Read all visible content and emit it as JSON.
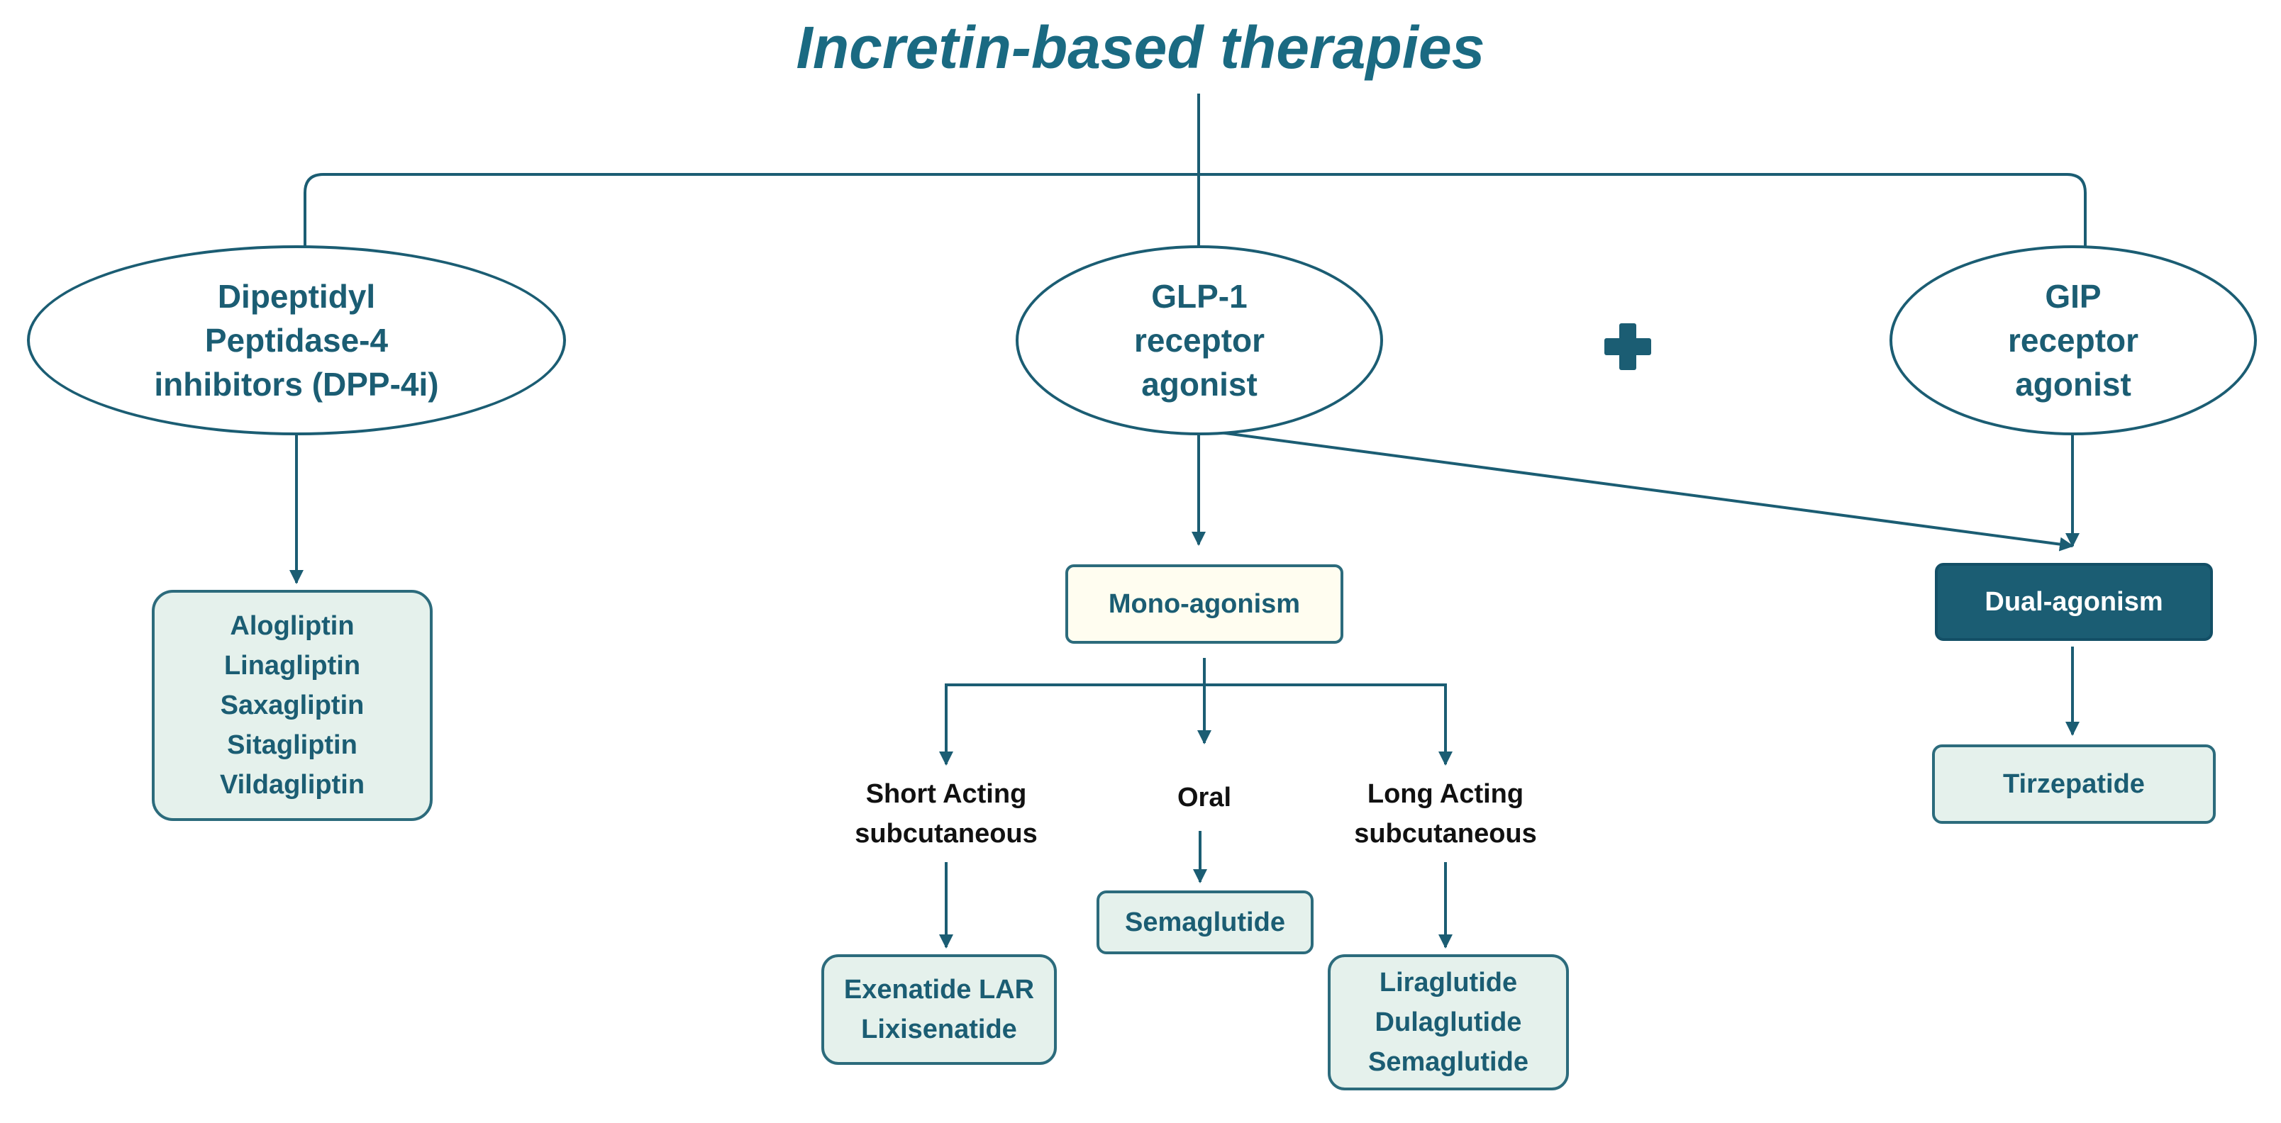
{
  "title": "Incretin-based therapies",
  "colors": {
    "primary": "#1b5d73",
    "box_fill": "#e5f1ec",
    "mono_fill": "#fffdf0",
    "dual_fill": "#1b5d73",
    "text": "#1b5d73"
  },
  "nodes": {
    "dpp4": "Dipeptidyl\nPeptidase-4\ninhibitors (DPP-4i)",
    "glp1": "GLP-1\nreceptor\nagonist",
    "gip": "GIP\nreceptor\nagonist",
    "dpp4_drugs": "Alogliptin\nLinagliptin\nSaxagliptin\nSitagliptin\nVildagliptin",
    "mono": "Mono-agonism",
    "dual": "Dual-agonism",
    "tirzepatide": "Tirzepatide",
    "short_acting": "Short Acting\nsubcutaneous",
    "oral": "Oral",
    "long_acting": "Long Acting\nsubcutaneous",
    "short_drugs": "Exenatide LAR\nLixisenatide",
    "oral_drug": "Semaglutide",
    "long_drugs": "Liraglutide\nDulaglutide\nSemaglutide"
  },
  "icons": {
    "plus": "plus-icon"
  }
}
